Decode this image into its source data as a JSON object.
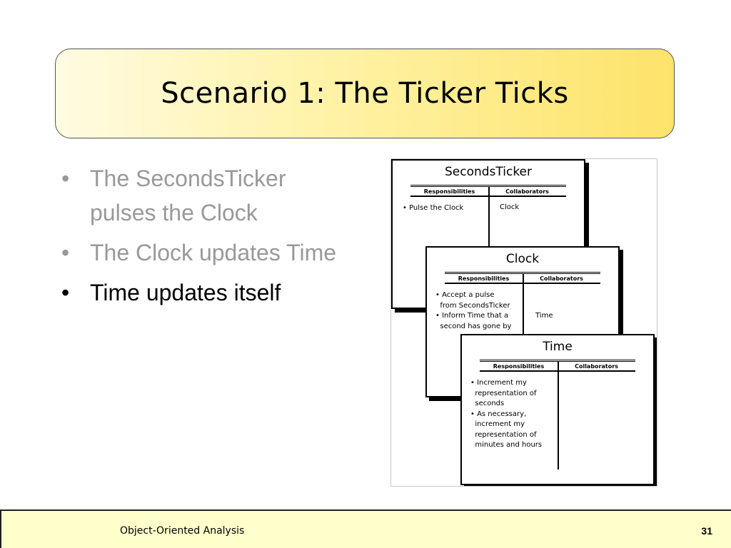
{
  "slide": {
    "title": "Scenario 1: The Ticker Ticks",
    "bullets": [
      {
        "marker": "•",
        "text": "The SecondsTicker pulses the Clock"
      },
      {
        "marker": "•",
        "text": "The Clock updates Time"
      },
      {
        "marker": "•",
        "text": "Time updates itself"
      }
    ]
  },
  "crc_cards": {
    "responsibilities_header": "Responsibilities",
    "collaborators_header": "Collaborators",
    "cards": [
      {
        "name": "SecondsTicker",
        "responsibilities": "• Pulse the Clock",
        "collaborators": "Clock"
      },
      {
        "name": "Clock",
        "responsibilities": "• Accept a pulse\n  from SecondsTicker\n• Inform Time that a\n  second has gone by",
        "collaborators": "Time"
      },
      {
        "name": "Time",
        "responsibilities": "• Increment my\n  representation of\n  seconds\n• As necessary,\n  increment my\n  representation of\n  minutes and hours",
        "collaborators": ""
      }
    ]
  },
  "footer": {
    "course": "Object-Oriented Analysis",
    "page_number": "31"
  },
  "colors": {
    "title_gradient_start": "#fffbe2",
    "title_gradient_end": "#fde36a",
    "dim_bullet": "#999999",
    "active_bullet": "#000000",
    "footer_background": "#ffffcc"
  }
}
